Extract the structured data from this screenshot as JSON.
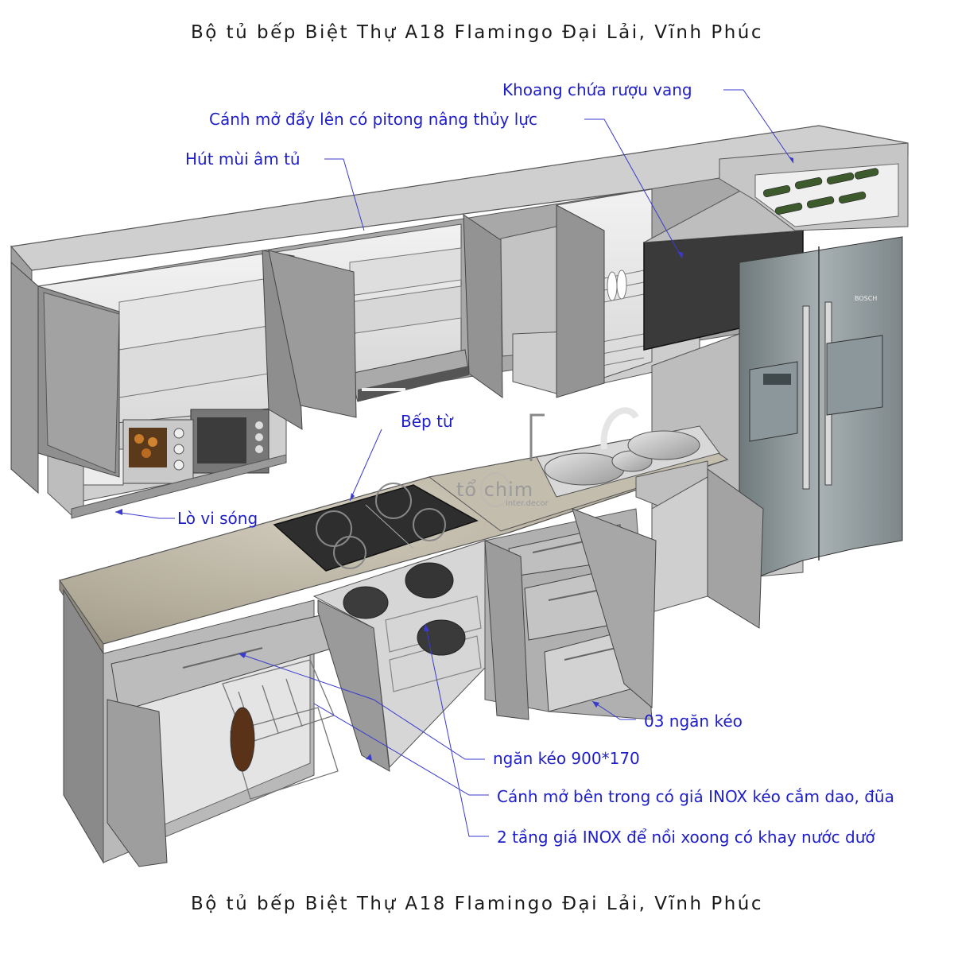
{
  "titles": {
    "top": "Bộ tủ bếp Biệt Thự A18 Flamingo Đại Lải, Vĩnh Phúc",
    "bottom": "Bộ tủ bếp Biệt Thự A18 Flamingo Đại Lải, Vĩnh Phúc"
  },
  "callouts": {
    "wine": "Khoang chứa rượu vang",
    "lift_door": "Cánh mở đẩy lên có pitong nâng thủy lực",
    "hood": "Hút mùi âm tủ",
    "cooktop": "Bếp từ",
    "microwave": "Lò vi sóng",
    "drawers": "03 ngăn kéo",
    "drawer_size": "ngăn kéo 900*170",
    "knife_rack": "Cánh mở bên trong có giá INOX kéo cắm dao, đũa",
    "pot_rack": "2 tầng giá INOX để nồi xoong có khay nước dướ"
  },
  "logo": {
    "word": "tổ chim",
    "sub": "inter.decor"
  },
  "fridge_brand": "BOSCH",
  "colors": {
    "label": "#1e1ec8",
    "cabinet": "#8e8e8e",
    "cabinet_light": "#bdbdbd",
    "countertop": "#b9b2a0",
    "fridge": "#7f8a8d",
    "lift_door": "#3a3a3a"
  }
}
